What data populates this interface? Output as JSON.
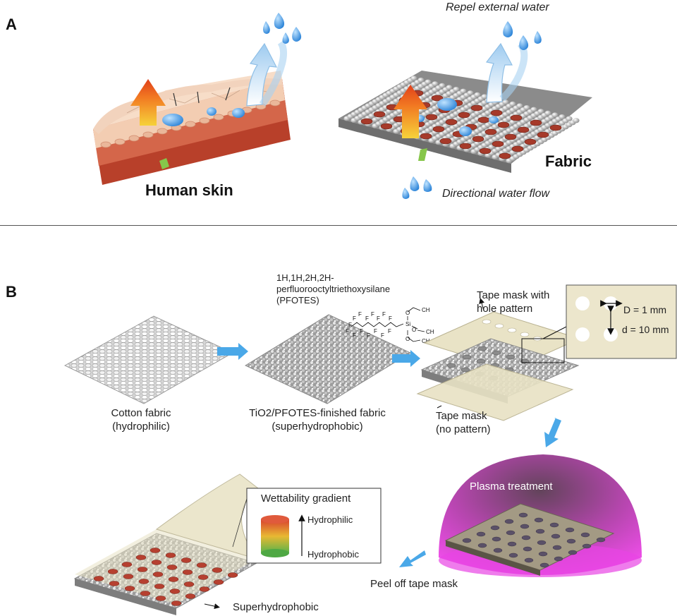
{
  "panel_a": {
    "letter": "A",
    "repel_label": "Repel external water",
    "human_skin_label": "Human skin",
    "fabric_label": "Fabric",
    "directional_label": "Directional water flow"
  },
  "panel_b": {
    "letter": "B",
    "cotton_caption_line1": "Cotton fabric",
    "cotton_caption_line2": "(hydrophilic)",
    "finished_caption_line1": "TiO2/PFOTES-finished fabric",
    "finished_caption_line2": "(superhydrophobic)",
    "chem_name_line1": "1H,1H,2H,2H-",
    "chem_name_line2": "perfluorooctyltriethoxysilane",
    "chem_name_line3": "(PFOTES)",
    "tape_mask_hole_line1": "Tape mask with",
    "tape_mask_hole_line2": "hole pattern",
    "tape_mask_plain_line1": "Tape mask",
    "tape_mask_plain_line2": "(no pattern)",
    "inset_D": "D = 1 mm",
    "inset_d": "d = 10 mm",
    "plasma_label": "Plasma treatment",
    "peel_label": "Peel off tape mask",
    "wettability_title": "Wettability gradient",
    "hydrophilic_label": "Hydrophilic",
    "hydrophobic_label": "Hydrophobic",
    "superhydrophobic_label": "Superhydrophobic"
  },
  "colors": {
    "arrow_blue": "#4aa8e8",
    "plasma_pink": "#e23be0",
    "skin": "#f1c7a8",
    "muscle": "#c24a2e",
    "tape": "#e8e2c4"
  }
}
